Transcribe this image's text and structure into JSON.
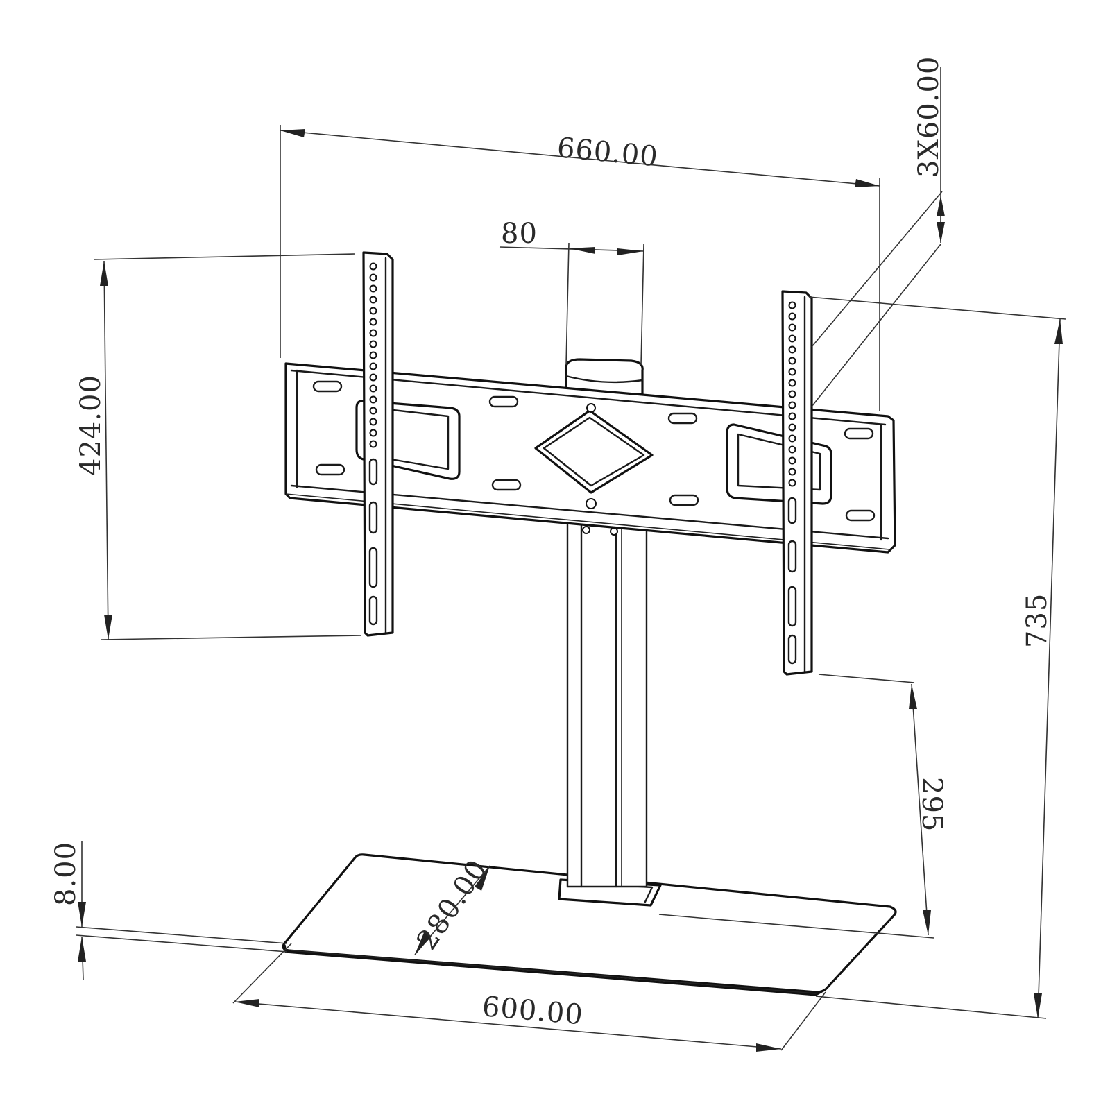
{
  "dimensions": {
    "overall_width": "660.00",
    "column_width": "80",
    "hole_spacing": "3X60.00",
    "bracket_height": "424.00",
    "total_height": "735",
    "clearance_height": "295",
    "base_thickness": "8.00",
    "base_depth": "280.00",
    "base_width": "600.00"
  },
  "colors": {
    "line": "#1a1a1a",
    "dimension_line": "#333333",
    "background": "#ffffff"
  }
}
